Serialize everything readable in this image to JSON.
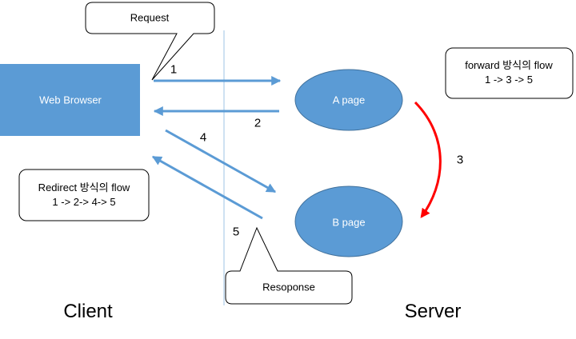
{
  "browser": {
    "label": "Web Browser"
  },
  "pages": {
    "a": "A page",
    "b": "B page"
  },
  "callouts": {
    "request": "Request",
    "response": "Resoponse"
  },
  "notes": {
    "forward": {
      "line1": "forward 방식의 flow",
      "line2": "1 -> 3 -> 5"
    },
    "redirect": {
      "line1": "Redirect 방식의 flow",
      "line2": "1 -> 2-> 4-> 5"
    }
  },
  "steps": {
    "s1": "1",
    "s2": "2",
    "s3": "3",
    "s4": "4",
    "s5": "5"
  },
  "sides": {
    "client": "Client",
    "server": "Server"
  },
  "colors": {
    "blue": "#5b9bd5",
    "arrow": "#5b9bd5",
    "red": "#ff0000",
    "divider": "#9dc3e6"
  }
}
